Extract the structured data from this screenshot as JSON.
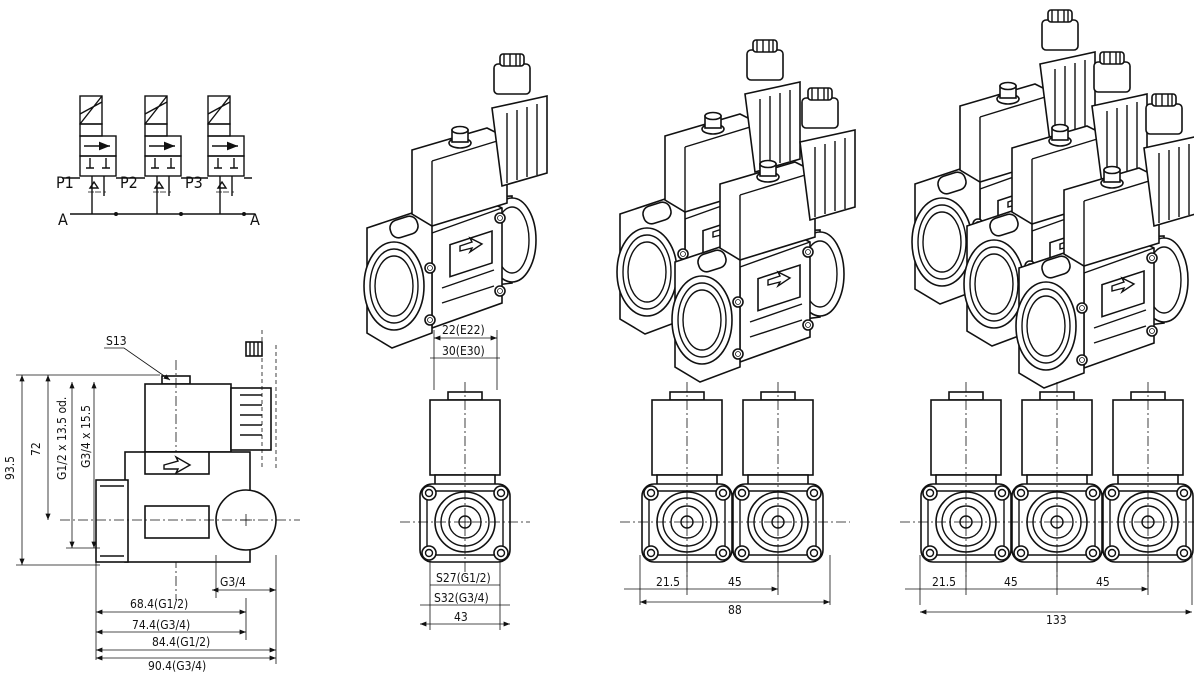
{
  "schematic": {
    "valves": [
      "P1",
      "P2",
      "P3"
    ],
    "port_left": "A",
    "port_right": "A"
  },
  "side_view": {
    "s13": "S13",
    "d935": "93.5",
    "d72": "72",
    "thread1": "G1/2 x 13.5 od.",
    "thread2": "G3/4 x 15.5",
    "g34": "G3/4",
    "w1": "68.4(G1/2)",
    "w2": "74.4(G3/4)",
    "w3": "84.4(G1/2)",
    "w4": "90.4(G3/4)"
  },
  "front_single": {
    "top1": "22(E22)",
    "top2": "30(E30)",
    "s27": "S27(G1/2)",
    "s32": "S32(G3/4)",
    "w": "43"
  },
  "front_double": {
    "a": "21.5",
    "b": "45",
    "total": "88"
  },
  "front_triple": {
    "a": "21.5",
    "b": "45",
    "c": "45",
    "total": "133"
  }
}
